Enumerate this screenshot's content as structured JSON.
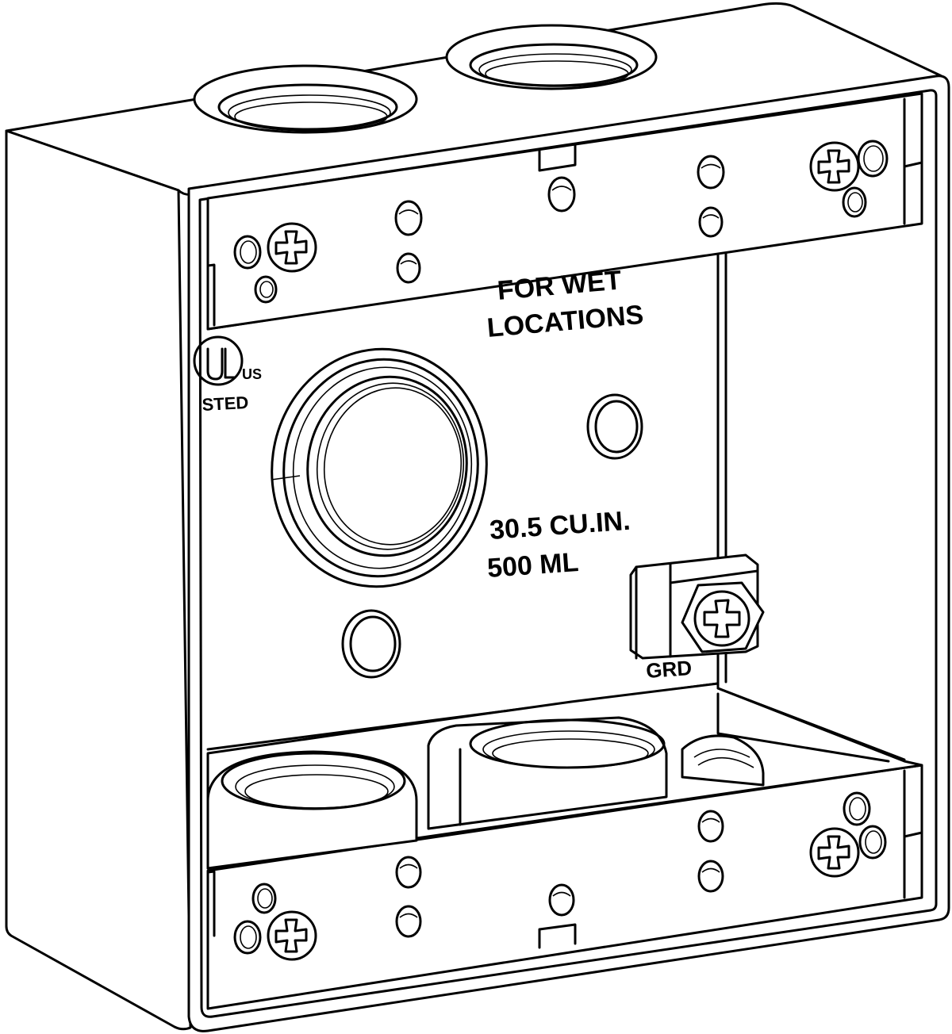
{
  "labels": {
    "wet_line1": "FOR WET",
    "wet_line2": "LOCATIONS",
    "volume_line1": "30.5 CU.IN.",
    "volume_line2": "500 ML",
    "ground": "GRD",
    "listing_us": "US",
    "listing_text": "STED"
  },
  "colors": {
    "line": "#000000",
    "fill": "#ffffff"
  },
  "icons": [
    "phillips-screw-icon",
    "ul-listing-mark-icon",
    "ground-screw-icon"
  ]
}
